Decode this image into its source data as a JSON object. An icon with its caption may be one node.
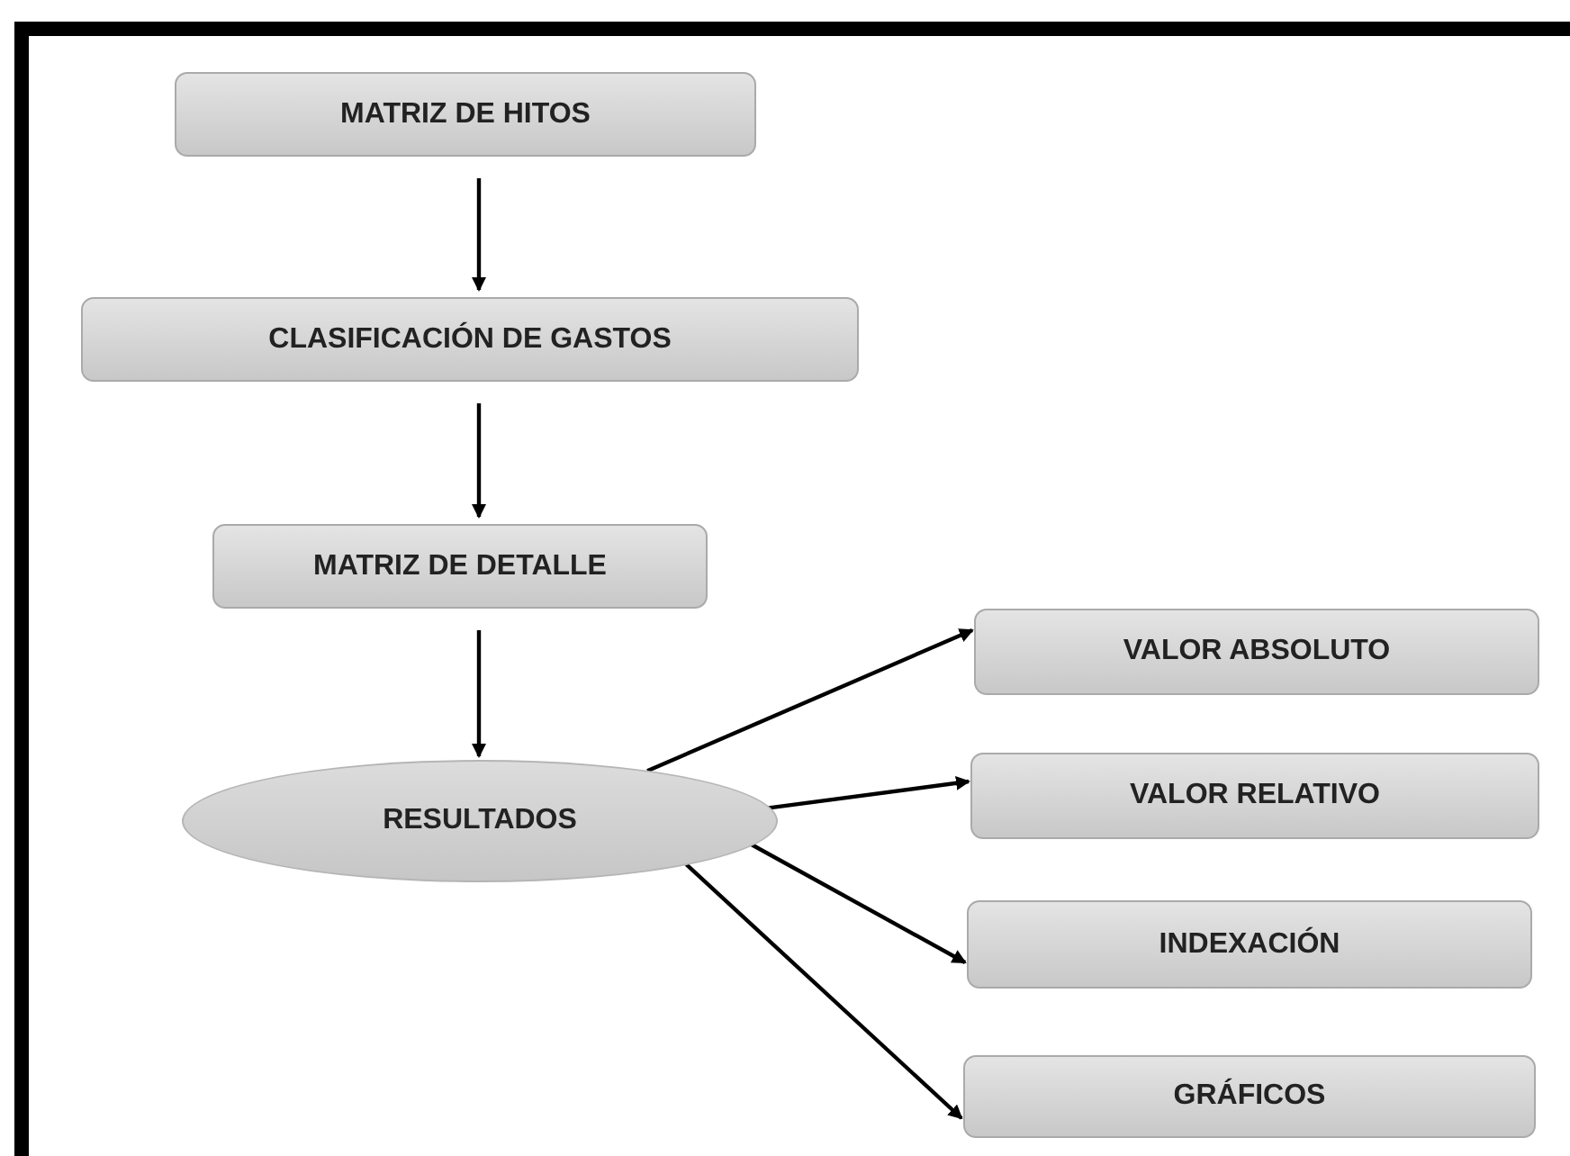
{
  "diagram": {
    "nodes": [
      {
        "text": [
          "MATRIZ DE HITOS"
        ]
      },
      {
        "text": [
          "CLASIFICACIÓN DE GASTOS"
        ]
      },
      {
        "text": [
          "MATRIZ DE DETALLE"
        ]
      },
      {
        "text": [
          "RESULTADOS"
        ]
      },
      {
        "text": [
          "VALOR ABSOLUTO"
        ]
      },
      {
        "text": [
          "VALOR RELATIVO"
        ]
      },
      {
        "text": [
          "INDEXACIÓN"
        ]
      },
      {
        "text": [
          "GRÁFICOS"
        ]
      }
    ],
    "edges": [
      {
        "from": 0,
        "to": 1,
        "arrow": "to"
      },
      {
        "from": 1,
        "to": 2,
        "arrow": "to"
      },
      {
        "from": 2,
        "to": 3,
        "arrow": "to"
      },
      {
        "from": 3,
        "to": 4,
        "arrow": "to"
      },
      {
        "from": 3,
        "to": 5,
        "arrow": "to"
      },
      {
        "from": 3,
        "to": 6,
        "arrow": "to"
      },
      {
        "from": 3,
        "to": 7,
        "arrow": "to"
      }
    ]
  }
}
